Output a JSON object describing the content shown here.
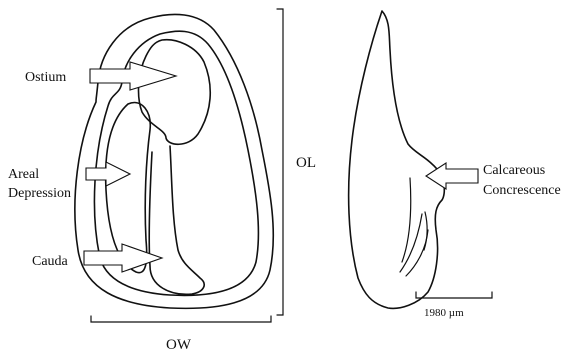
{
  "labels": {
    "ostium": "Ostium",
    "areal_line1": "Areal",
    "areal_line2": "Depression",
    "cauda": "Cauda",
    "ol": "OL",
    "ow": "OW",
    "calc_line1": "Calcareous",
    "calc_line2": "Concrescence",
    "scale": "1980 µm"
  },
  "colors": {
    "stroke": "#111111",
    "background": "#ffffff"
  }
}
